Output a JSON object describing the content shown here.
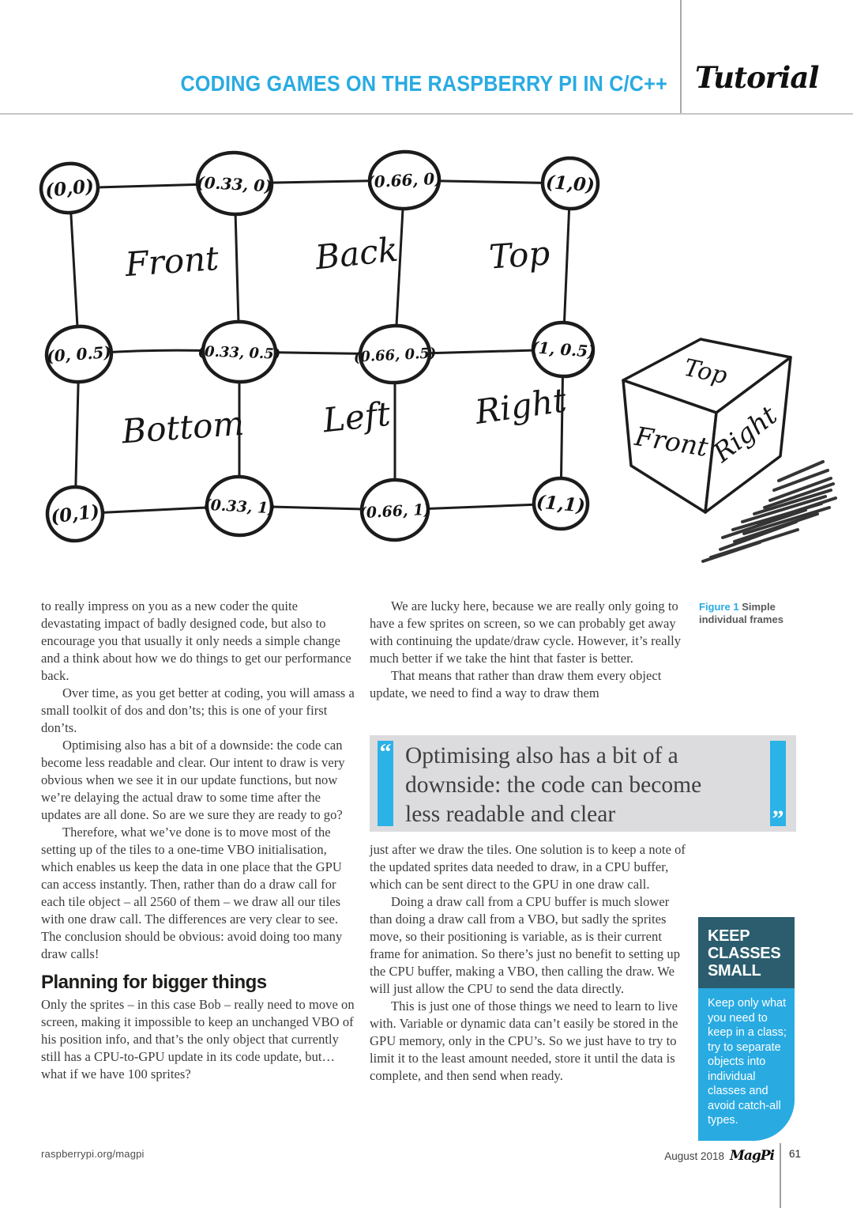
{
  "header": {
    "title": "CODING GAMES ON THE RASPBERRY PI IN C/C++",
    "tag": "Tutorial"
  },
  "figure": {
    "nodes": [
      "(0,0)",
      "(0.33, 0)",
      "(0.66, 0)",
      "(1,0)",
      "(0, 0.5)",
      "(0.33, 0.5)",
      "(0.66, 0.5)",
      "(1, 0.5)",
      "(0,1)",
      "(0.33, 1)",
      "(0.66, 1)",
      "(1,1)"
    ],
    "cells": [
      "Front",
      "Back",
      "Top",
      "Bottom",
      "Left",
      "Right"
    ],
    "cube": [
      "Top",
      "Front",
      "Right"
    ],
    "caption_label": "Figure 1",
    "caption_text": "Simple individual frames"
  },
  "col1": {
    "paragraphs": [
      "to really impress on you as a new coder the quite devastating impact of badly designed code, but also to encourage you that usually it only needs a simple change and a think about how we do things to get our performance back.",
      "Over time, as you get better at coding, you will amass a small toolkit of dos and don’ts; this is one of your first don’ts.",
      "Optimising also has a bit of a downside: the code can become less readable and clear. Our intent to draw is very obvious when we see it in our update functions, but now we’re delaying the actual draw to some time after the updates are all done. So are we sure they are ready to go?",
      "Therefore, what we’ve done is to move most of the setting up of the tiles to a one-time VBO initialisation, which enables us keep the data in one place that the GPU can access instantly. Then, rather than do a draw call for each tile object – all 2560 of them – we draw all our tiles with one draw call. The differences are very clear to see. The conclusion should be obvious: avoid doing too many draw calls!"
    ],
    "heading": "Planning for bigger things",
    "after_heading": "Only the sprites – in this case Bob – really need to move on screen, making it impossible to keep an unchanged VBO of his position info, and that’s the only object that currently still has a CPU-to-GPU update in its code update, but… what if we have 100 sprites?"
  },
  "col2": {
    "top": [
      "We are lucky here, because we are really only going to have a few sprites on screen, so we can probably get away with continuing the update/draw cycle. However, it’s really much better if we take the hint that faster is better.",
      "That means that rather than draw them every object update, we need to find a way to draw them"
    ],
    "bottom": [
      "just after we draw the tiles. One solution is to keep a note of the updated sprites data needed to draw, in a CPU buffer, which can be sent direct to the GPU in one draw call.",
      "Doing a draw call from a CPU buffer is much slower than doing a draw call from a VBO, but sadly the sprites move, so their positioning is variable, as is their current frame for animation. So there’s just no benefit to setting up the CPU buffer, making a VBO, then calling the draw. We will just allow the CPU to send the data directly.",
      "This is just one of those things we need to learn to live with. Variable or dynamic data can’t easily be stored in the GPU memory, only in the CPU’s. So we just have to try to limit it to the least amount needed, store it until the data is complete, and then send when ready."
    ]
  },
  "quote": {
    "open_glyph": "“",
    "close_glyph": "”",
    "lines": [
      "Optimising also has a bit of a",
      "downside: the code can become",
      "less readable and clear"
    ]
  },
  "sidebar_box": {
    "title": "KEEP CLASSES SMALL",
    "body": "Keep only what you need to keep in a class; try to separate objects into individual classes and avoid catch-all types."
  },
  "footer": {
    "site": "raspberrypi.org/magpi",
    "issue": "August 2018",
    "logo": "MagPi",
    "page": "61"
  },
  "colors": {
    "accent": "#29abe2",
    "teal_header": "#2b5d6e",
    "quote_bg": "#dcdcde"
  }
}
